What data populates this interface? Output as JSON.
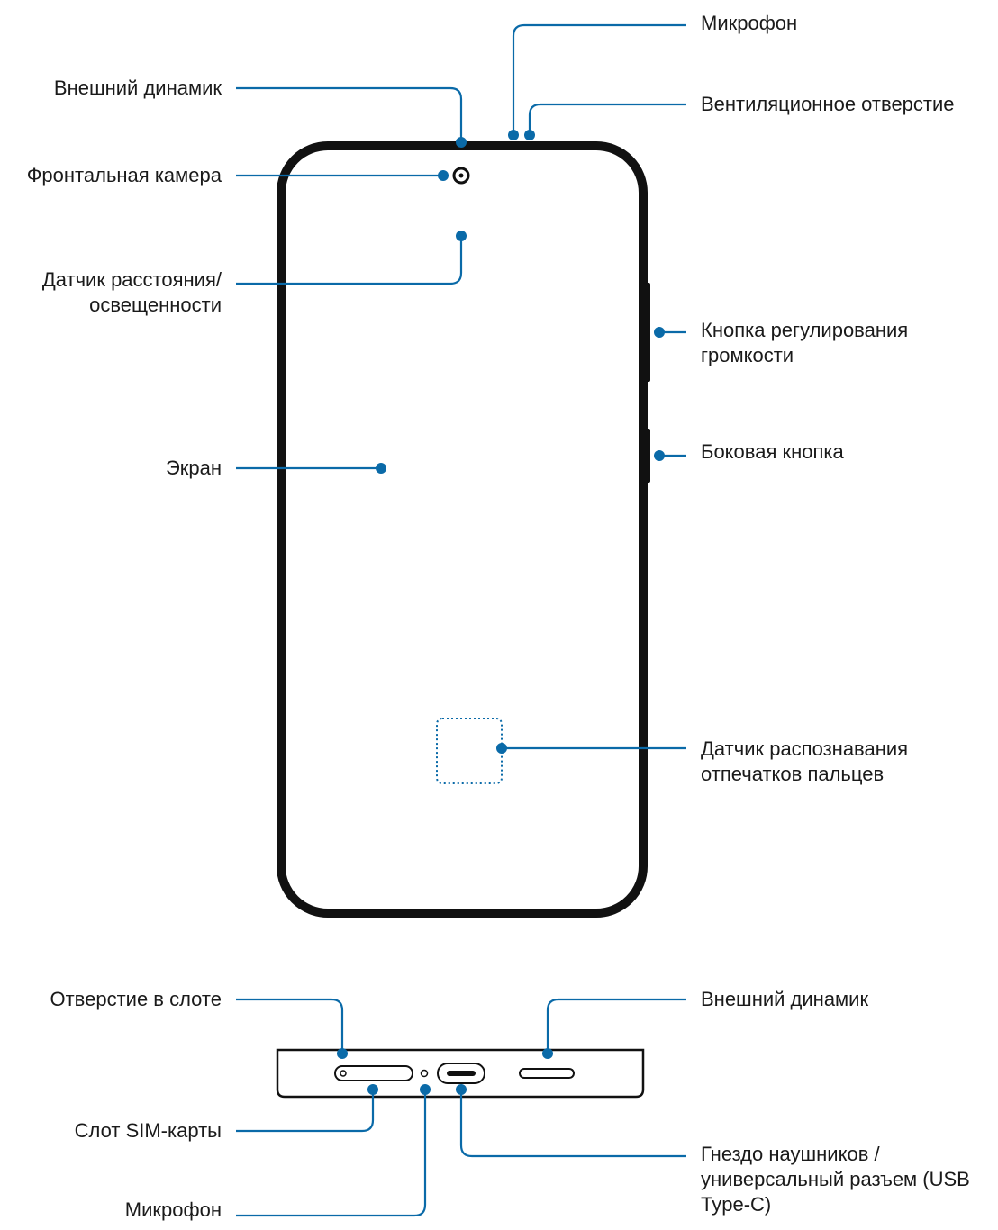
{
  "colors": {
    "leader": "#0a6aa8",
    "outline": "#111111",
    "fingerprint": "#0a6aa8"
  },
  "front_view": {
    "labels": {
      "microphone_top": "Микрофон",
      "earpiece_speaker": "Внешний динамик",
      "vent": "Вентиляционное отверстие",
      "front_camera": "Фронтальная камера",
      "proximity_sensor": [
        "Датчик расстояния/",
        "освещенности"
      ],
      "volume_key": [
        "Кнопка регулирования",
        "громкости"
      ],
      "side_key": "Боковая кнопка",
      "screen": "Экран",
      "fingerprint_sensor": [
        "Датчик распознавания",
        "отпечатков пальцев"
      ]
    }
  },
  "bottom_view": {
    "labels": {
      "slot_hole": "Отверстие в слоте",
      "bottom_speaker": "Внешний динамик",
      "sim_slot": "Слот SIM-карты",
      "usb_port": [
        "Гнездо наушников /",
        "универсальный разъем (USB",
        "Type-C)"
      ],
      "microphone_bottom": "Микрофон"
    }
  }
}
